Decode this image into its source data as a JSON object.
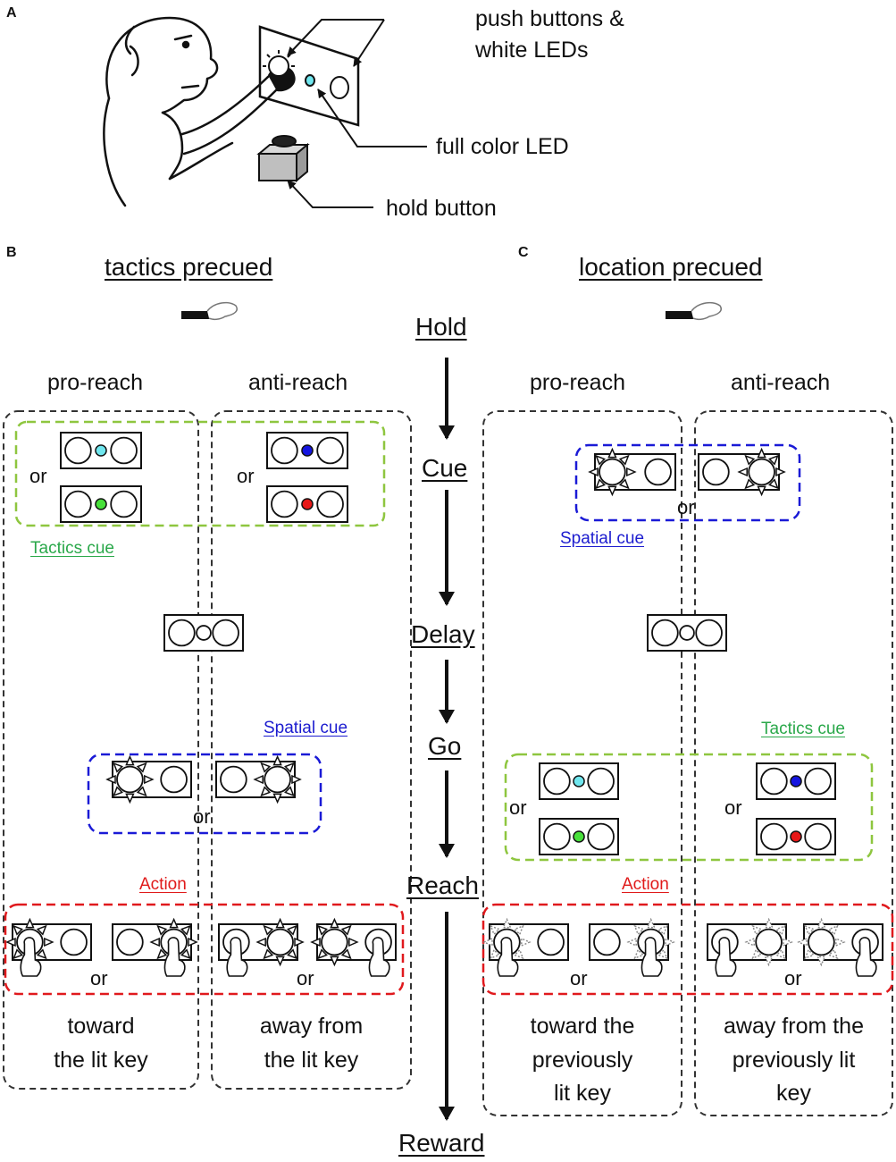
{
  "panel_a": {
    "letter": "A",
    "labels": {
      "push_buttons": "push buttons &\nwhite LEDs",
      "full_color_led": "full color LED",
      "hold_button": "hold button"
    }
  },
  "panel_b": {
    "letter": "B",
    "title": "tactics precued",
    "col_pro": "pro-reach",
    "col_anti": "anti-reach",
    "cue_label": "Tactics cue",
    "spatial_label": "Spatial cue",
    "action_label": "Action",
    "outcome_pro": "toward\nthe lit key",
    "outcome_anti": "away from\nthe lit key"
  },
  "panel_c": {
    "letter": "C",
    "title": "location precued",
    "col_pro": "pro-reach",
    "col_anti": "anti-reach",
    "spatial_label": "Spatial cue",
    "tactics_label": "Tactics cue",
    "action_label": "Action",
    "outcome_pro": "toward the\npreviously\nlit key",
    "outcome_anti": "away from the\npreviously  lit\nkey"
  },
  "stages": [
    "Hold",
    "Cue",
    "Delay",
    "Go",
    "Reach",
    "Reward"
  ],
  "or_text": "or",
  "colors": {
    "green_dash": "#8ec63f",
    "blue_dash": "#1a1ad6",
    "red_dash": "#e0191d",
    "green_text": "#2aa84a",
    "blue_text": "#1c1ccf",
    "red_text": "#e01a1a",
    "led_cyan": "#6fe6ee",
    "led_green": "#47e03a",
    "led_blue": "#1515e0",
    "led_red": "#e81818"
  }
}
